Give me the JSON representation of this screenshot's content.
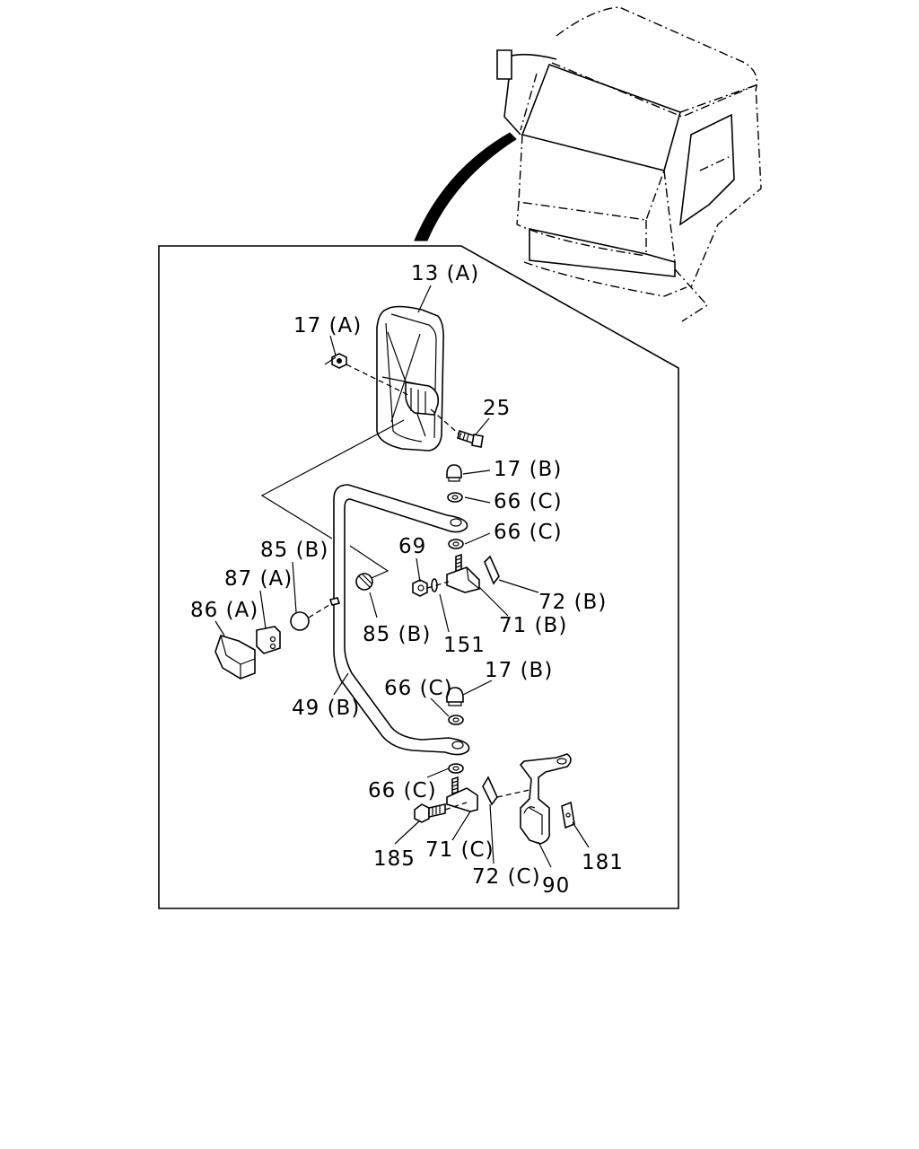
{
  "callouts": {
    "c13a": "13 (A)",
    "c17a": "17 (A)",
    "c25": "25",
    "c17b_top": "17 (B)",
    "c66c_1": "66 (C)",
    "c66c_2": "66 (C)",
    "c69": "69",
    "c85b_left": "85 (B)",
    "c87a": "87 (A)",
    "c86a": "86 (A)",
    "c72b": "72 (B)",
    "c71b": "71 (B)",
    "c85b_right": "85 (B)",
    "c151": "151",
    "c17b_bottom": "17 (B)",
    "c66c_3": "66 (C)",
    "c49b": "49 (B)",
    "c66c_4": "66 (C)",
    "c185": "185",
    "c71c": "71 (C)",
    "c72c": "72 (C)",
    "c90": "90",
    "c181": "181"
  },
  "icons": {
    "truck": "truck-cab-icon",
    "mirror": "mirror-icon",
    "stay": "mirror-stay-icon",
    "bracket": "bracket-icon"
  }
}
